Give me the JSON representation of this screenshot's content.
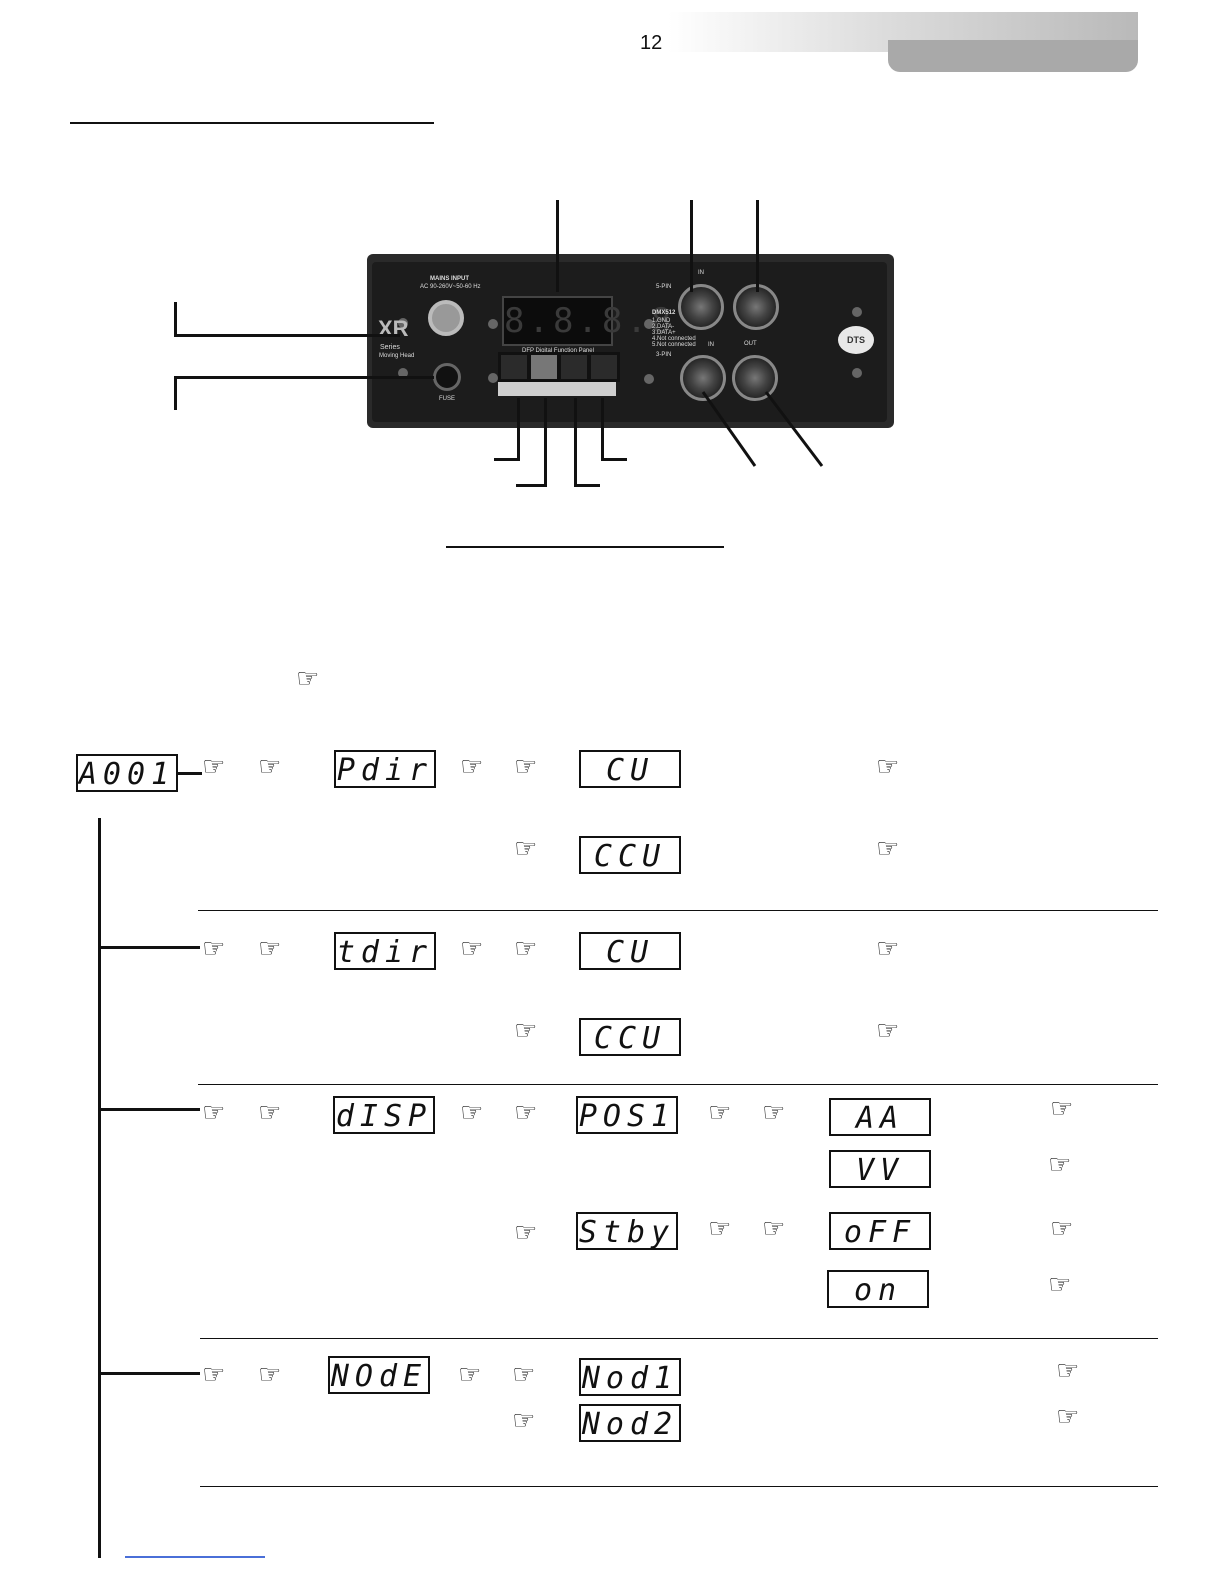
{
  "page": {
    "number": "12"
  },
  "device_panel": {
    "brand_text": "XR",
    "series_text": "Series",
    "model_text": "Moving Head",
    "power_label": "MAINS INPUT",
    "power_spec": "AC 90-260V~50-60 Hz",
    "fuse_label": "FUSE",
    "display_value": "8.8.8.8",
    "panel_title": "DFP Digital Function Panel",
    "dmx_title": "DMX512",
    "dmx_pins": [
      "1.GND",
      "2.DATA-",
      "3.DATA+",
      "4.Not connected",
      "5.Not connected"
    ],
    "pin5_label": "5-PIN",
    "pin3_label": "3-PIN",
    "in_label": "IN",
    "out_label": "OUT",
    "logo_text": "DTS"
  },
  "menu_tree": {
    "root_display": "A001",
    "branches": [
      {
        "display": "Pdir",
        "options": [
          "CU",
          "CCU"
        ]
      },
      {
        "display": "tdir",
        "options": [
          "CU",
          "CCU"
        ]
      },
      {
        "display": "dISP",
        "options": [
          "POS1",
          "Stby"
        ],
        "sub_options": {
          "POS1": [
            "AA",
            "VV"
          ],
          "Stby": [
            "oFF",
            "on"
          ]
        }
      },
      {
        "display": "NOdE",
        "options": [
          "Nod1",
          "Nod2"
        ]
      }
    ]
  },
  "icons": {
    "hand": "pointing-hand-icon",
    "glyph": "☞"
  }
}
